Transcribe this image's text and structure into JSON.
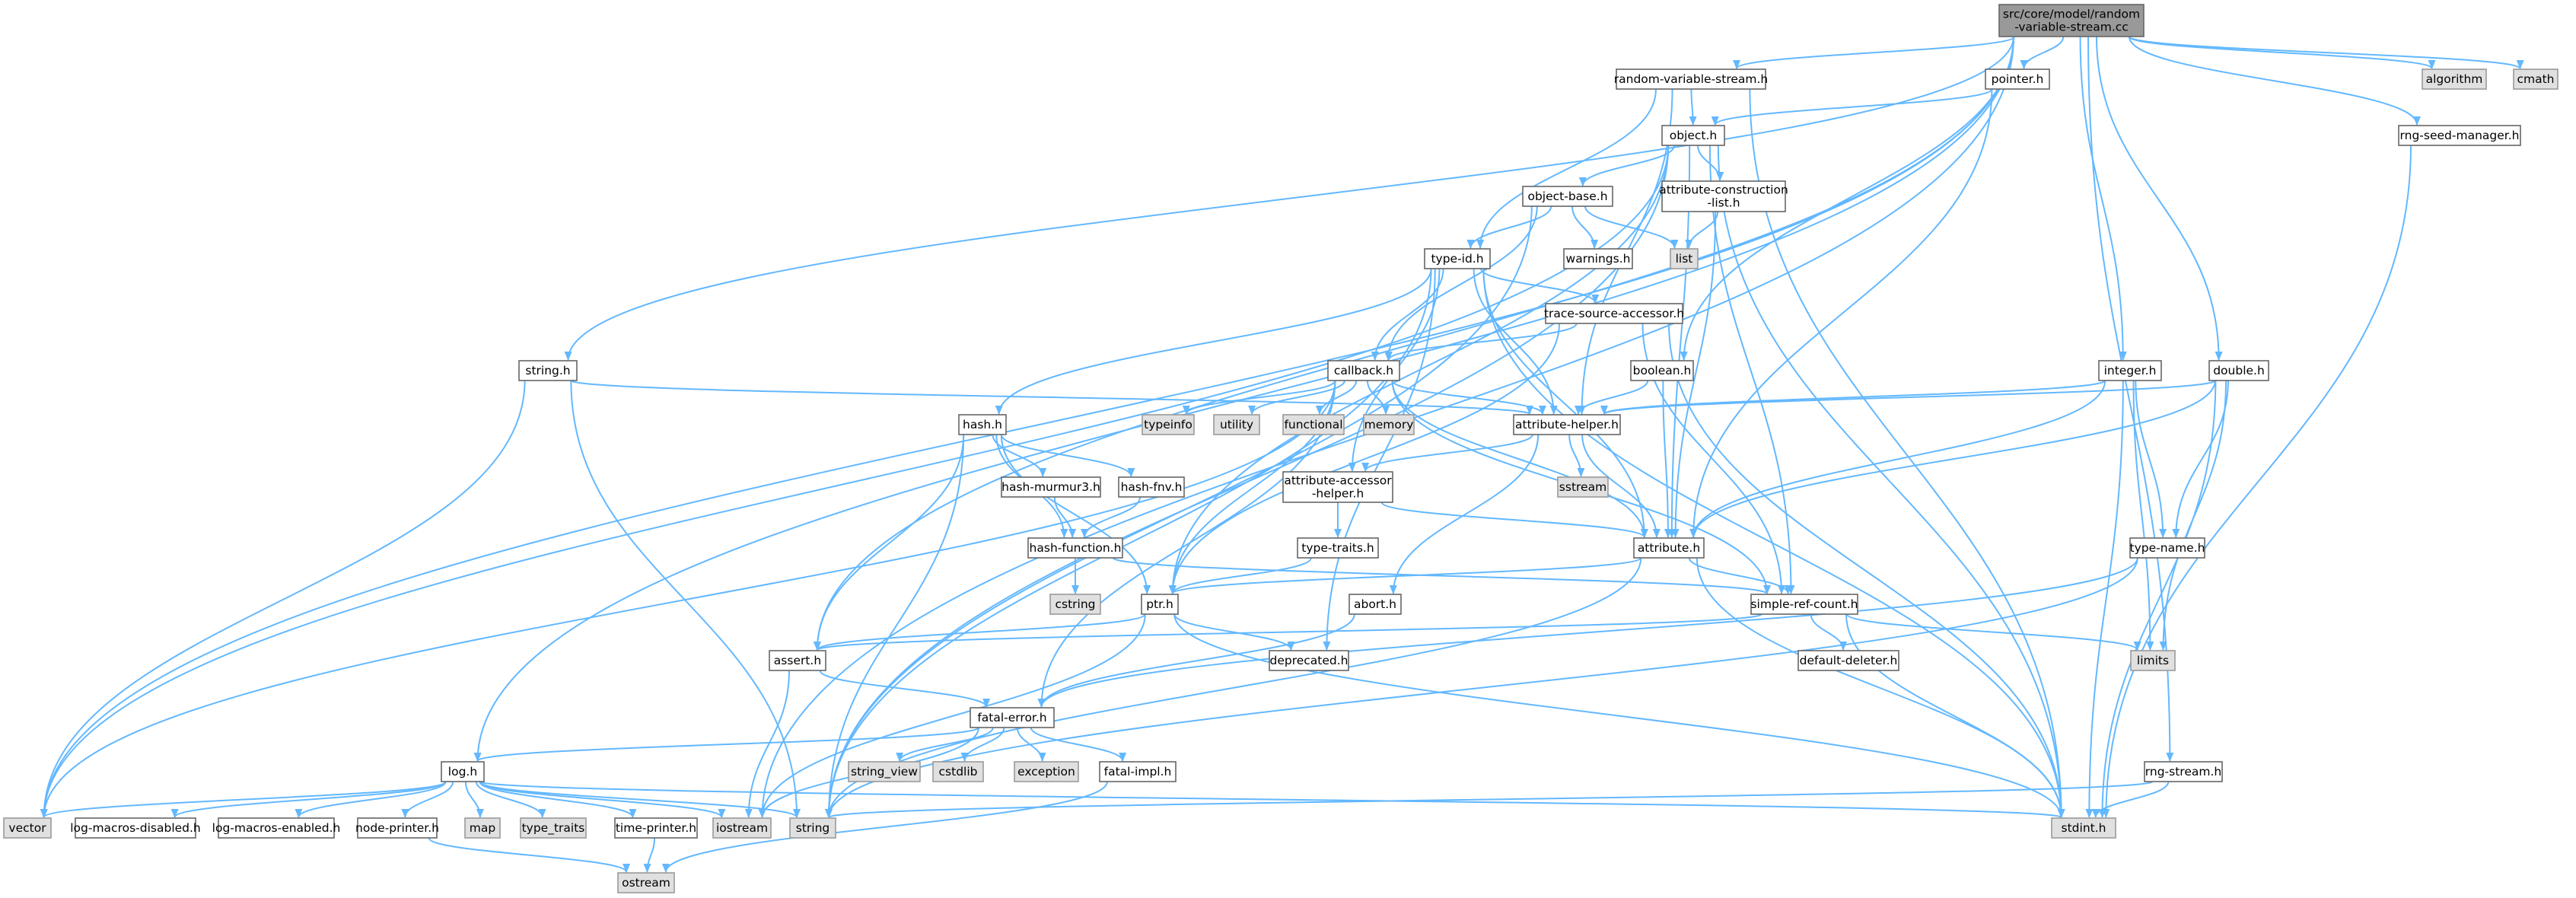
{
  "graph": {
    "nodes": [
      {
        "id": "root",
        "kind": "root",
        "lines": [
          "src/core/model/random",
          "-variable-stream.cc"
        ]
      },
      {
        "id": "random-variable-stream-h",
        "kind": "file",
        "lines": [
          "random-variable-stream.h"
        ]
      },
      {
        "id": "pointer-h",
        "kind": "file",
        "lines": [
          "pointer.h"
        ]
      },
      {
        "id": "algorithm",
        "kind": "system",
        "lines": [
          "algorithm"
        ]
      },
      {
        "id": "cmath",
        "kind": "system",
        "lines": [
          "cmath"
        ]
      },
      {
        "id": "rng-seed-manager-h",
        "kind": "file",
        "lines": [
          "rng-seed-manager.h"
        ]
      },
      {
        "id": "object-h",
        "kind": "file",
        "lines": [
          "object.h"
        ]
      },
      {
        "id": "object-base-h",
        "kind": "file",
        "lines": [
          "object-base.h"
        ]
      },
      {
        "id": "attribute-construction-list-h",
        "kind": "file",
        "lines": [
          "attribute-construction",
          "-list.h"
        ]
      },
      {
        "id": "list",
        "kind": "system",
        "lines": [
          "list"
        ]
      },
      {
        "id": "warnings-h",
        "kind": "file",
        "lines": [
          "warnings.h"
        ]
      },
      {
        "id": "type-id-h",
        "kind": "file",
        "lines": [
          "type-id.h"
        ]
      },
      {
        "id": "trace-source-accessor-h",
        "kind": "file",
        "lines": [
          "trace-source-accessor.h"
        ]
      },
      {
        "id": "callback-h",
        "kind": "file",
        "lines": [
          "callback.h"
        ]
      },
      {
        "id": "typeinfo",
        "kind": "system",
        "lines": [
          "typeinfo"
        ]
      },
      {
        "id": "utility",
        "kind": "system",
        "lines": [
          "utility"
        ]
      },
      {
        "id": "functional",
        "kind": "system",
        "lines": [
          "functional"
        ]
      },
      {
        "id": "memory",
        "kind": "system",
        "lines": [
          "memory"
        ]
      },
      {
        "id": "string-h",
        "kind": "file",
        "lines": [
          "string.h"
        ]
      },
      {
        "id": "boolean-h",
        "kind": "file",
        "lines": [
          "boolean.h"
        ]
      },
      {
        "id": "integer-h",
        "kind": "file",
        "lines": [
          "integer.h"
        ]
      },
      {
        "id": "double-h",
        "kind": "file",
        "lines": [
          "double.h"
        ]
      },
      {
        "id": "attribute-helper-h",
        "kind": "file",
        "lines": [
          "attribute-helper.h"
        ]
      },
      {
        "id": "sstream",
        "kind": "system",
        "lines": [
          "sstream"
        ]
      },
      {
        "id": "hash-h",
        "kind": "file",
        "lines": [
          "hash.h"
        ]
      },
      {
        "id": "hash-murmur3-h",
        "kind": "file",
        "lines": [
          "hash-murmur3.h"
        ]
      },
      {
        "id": "hash-fnv-h",
        "kind": "file",
        "lines": [
          "hash-fnv.h"
        ]
      },
      {
        "id": "attribute-accessor-helper-h",
        "kind": "file",
        "lines": [
          "attribute-accessor",
          "-helper.h"
        ]
      },
      {
        "id": "hash-function-h",
        "kind": "file",
        "lines": [
          "hash-function.h"
        ]
      },
      {
        "id": "type-traits-h",
        "kind": "file",
        "lines": [
          "type-traits.h"
        ]
      },
      {
        "id": "attribute-h",
        "kind": "file",
        "lines": [
          "attribute.h"
        ]
      },
      {
        "id": "type-name-h",
        "kind": "file",
        "lines": [
          "type-name.h"
        ]
      },
      {
        "id": "cstring",
        "kind": "system",
        "lines": [
          "cstring"
        ]
      },
      {
        "id": "ptr-h",
        "kind": "file",
        "lines": [
          "ptr.h"
        ]
      },
      {
        "id": "abort-h",
        "kind": "file",
        "lines": [
          "abort.h"
        ]
      },
      {
        "id": "simple-ref-count-h",
        "kind": "file",
        "lines": [
          "simple-ref-count.h"
        ]
      },
      {
        "id": "assert-h",
        "kind": "file",
        "lines": [
          "assert.h"
        ]
      },
      {
        "id": "deprecated-h",
        "kind": "file",
        "lines": [
          "deprecated.h"
        ]
      },
      {
        "id": "default-deleter-h",
        "kind": "file",
        "lines": [
          "default-deleter.h"
        ]
      },
      {
        "id": "limits",
        "kind": "system",
        "lines": [
          "limits"
        ]
      },
      {
        "id": "fatal-error-h",
        "kind": "file",
        "lines": [
          "fatal-error.h"
        ]
      },
      {
        "id": "string_view",
        "kind": "system",
        "lines": [
          "string_view"
        ]
      },
      {
        "id": "cstdlib",
        "kind": "system",
        "lines": [
          "cstdlib"
        ]
      },
      {
        "id": "exception",
        "kind": "system",
        "lines": [
          "exception"
        ]
      },
      {
        "id": "fatal-impl-h",
        "kind": "file",
        "lines": [
          "fatal-impl.h"
        ]
      },
      {
        "id": "rng-stream-h",
        "kind": "file",
        "lines": [
          "rng-stream.h"
        ]
      },
      {
        "id": "log-h",
        "kind": "file",
        "lines": [
          "log.h"
        ]
      },
      {
        "id": "vector",
        "kind": "system",
        "lines": [
          "vector"
        ]
      },
      {
        "id": "log-macros-disabled-h",
        "kind": "file",
        "lines": [
          "log-macros-disabled.h"
        ]
      },
      {
        "id": "log-macros-enabled-h",
        "kind": "file",
        "lines": [
          "log-macros-enabled.h"
        ]
      },
      {
        "id": "node-printer-h",
        "kind": "file",
        "lines": [
          "node-printer.h"
        ]
      },
      {
        "id": "map",
        "kind": "system",
        "lines": [
          "map"
        ]
      },
      {
        "id": "type_traits",
        "kind": "system",
        "lines": [
          "type_traits"
        ]
      },
      {
        "id": "time-printer-h",
        "kind": "file",
        "lines": [
          "time-printer.h"
        ]
      },
      {
        "id": "iostream",
        "kind": "system",
        "lines": [
          "iostream"
        ]
      },
      {
        "id": "string",
        "kind": "system",
        "lines": [
          "string"
        ]
      },
      {
        "id": "stdint-h",
        "kind": "system",
        "lines": [
          "stdint.h"
        ]
      },
      {
        "id": "ostream",
        "kind": "system",
        "lines": [
          "ostream"
        ]
      }
    ],
    "edges": [
      [
        "root",
        "random-variable-stream-h"
      ],
      [
        "root",
        "pointer-h"
      ],
      [
        "root",
        "algorithm"
      ],
      [
        "root",
        "cmath"
      ],
      [
        "root",
        "rng-seed-manager-h"
      ],
      [
        "root",
        "string-h"
      ],
      [
        "root",
        "log-h"
      ],
      [
        "root",
        "assert-h"
      ],
      [
        "root",
        "iostream"
      ],
      [
        "root",
        "boolean-h"
      ],
      [
        "root",
        "integer-h"
      ],
      [
        "root",
        "double-h"
      ],
      [
        "root",
        "rng-stream-h"
      ],
      [
        "root",
        "vector"
      ],
      [
        "random-variable-stream-h",
        "object-h"
      ],
      [
        "random-variable-stream-h",
        "type-id-h"
      ],
      [
        "random-variable-stream-h",
        "attribute-helper-h"
      ],
      [
        "random-variable-stream-h",
        "stdint-h"
      ],
      [
        "pointer-h",
        "object-h"
      ],
      [
        "pointer-h",
        "attribute-h"
      ],
      [
        "rng-seed-manager-h",
        "stdint-h"
      ],
      [
        "object-h",
        "object-base-h"
      ],
      [
        "object-h",
        "attribute-construction-list-h"
      ],
      [
        "object-h",
        "ptr-h"
      ],
      [
        "object-h",
        "attribute-h"
      ],
      [
        "object-h",
        "simple-ref-count-h"
      ],
      [
        "object-h",
        "string"
      ],
      [
        "object-h",
        "vector"
      ],
      [
        "object-h",
        "stdint-h"
      ],
      [
        "object-base-h",
        "type-id-h"
      ],
      [
        "object-base-h",
        "warnings-h"
      ],
      [
        "object-base-h",
        "list"
      ],
      [
        "object-base-h",
        "callback-h"
      ],
      [
        "object-base-h",
        "string"
      ],
      [
        "attribute-construction-list-h",
        "list"
      ],
      [
        "attribute-construction-list-h",
        "attribute-h"
      ],
      [
        "type-id-h",
        "trace-source-accessor-h"
      ],
      [
        "type-id-h",
        "callback-h"
      ],
      [
        "type-id-h",
        "hash-h"
      ],
      [
        "type-id-h",
        "attribute-helper-h"
      ],
      [
        "type-id-h",
        "attribute-accessor-helper-h"
      ],
      [
        "type-id-h",
        "attribute-h"
      ],
      [
        "type-id-h",
        "deprecated-h"
      ],
      [
        "type-id-h",
        "string"
      ],
      [
        "type-id-h",
        "stdint-h"
      ],
      [
        "trace-source-accessor-h",
        "callback-h"
      ],
      [
        "trace-source-accessor-h",
        "ptr-h"
      ],
      [
        "trace-source-accessor-h",
        "simple-ref-count-h"
      ],
      [
        "trace-source-accessor-h",
        "stdint-h"
      ],
      [
        "callback-h",
        "typeinfo"
      ],
      [
        "callback-h",
        "utility"
      ],
      [
        "callback-h",
        "functional"
      ],
      [
        "callback-h",
        "memory"
      ],
      [
        "callback-h",
        "attribute-helper-h"
      ],
      [
        "callback-h",
        "attribute-h"
      ],
      [
        "callback-h",
        "ptr-h"
      ],
      [
        "callback-h",
        "simple-ref-count-h"
      ],
      [
        "callback-h",
        "fatal-error-h"
      ],
      [
        "callback-h",
        "vector"
      ],
      [
        "string-h",
        "attribute-helper-h"
      ],
      [
        "string-h",
        "string"
      ],
      [
        "string-h",
        "vector"
      ],
      [
        "boolean-h",
        "attribute-helper-h"
      ],
      [
        "boolean-h",
        "attribute-h"
      ],
      [
        "integer-h",
        "attribute-helper-h"
      ],
      [
        "integer-h",
        "attribute-h"
      ],
      [
        "integer-h",
        "type-name-h"
      ],
      [
        "integer-h",
        "limits"
      ],
      [
        "integer-h",
        "stdint-h"
      ],
      [
        "double-h",
        "attribute-helper-h"
      ],
      [
        "double-h",
        "attribute-h"
      ],
      [
        "double-h",
        "type-name-h"
      ],
      [
        "double-h",
        "limits"
      ],
      [
        "double-h",
        "stdint-h"
      ],
      [
        "attribute-helper-h",
        "sstream"
      ],
      [
        "attribute-helper-h",
        "attribute-accessor-helper-h"
      ],
      [
        "attribute-helper-h",
        "attribute-h"
      ],
      [
        "attribute-helper-h",
        "abort-h"
      ],
      [
        "hash-h",
        "hash-murmur3-h"
      ],
      [
        "hash-h",
        "hash-fnv-h"
      ],
      [
        "hash-h",
        "hash-function-h"
      ],
      [
        "hash-h",
        "ptr-h"
      ],
      [
        "hash-h",
        "assert-h"
      ],
      [
        "hash-h",
        "string"
      ],
      [
        "hash-murmur3-h",
        "hash-function-h"
      ],
      [
        "hash-fnv-h",
        "hash-function-h"
      ],
      [
        "attribute-accessor-helper-h",
        "type-traits-h"
      ],
      [
        "attribute-accessor-helper-h",
        "attribute-h"
      ],
      [
        "hash-function-h",
        "cstring"
      ],
      [
        "hash-function-h",
        "simple-ref-count-h"
      ],
      [
        "type-traits-h",
        "ptr-h"
      ],
      [
        "attribute-h",
        "ptr-h"
      ],
      [
        "attribute-h",
        "simple-ref-count-h"
      ],
      [
        "attribute-h",
        "string"
      ],
      [
        "attribute-h",
        "stdint-h"
      ],
      [
        "type-name-h",
        "fatal-error-h"
      ],
      [
        "type-name-h",
        "string"
      ],
      [
        "ptr-h",
        "assert-h"
      ],
      [
        "ptr-h",
        "deprecated-h"
      ],
      [
        "ptr-h",
        "iostream"
      ],
      [
        "ptr-h",
        "stdint-h"
      ],
      [
        "abort-h",
        "fatal-error-h"
      ],
      [
        "simple-ref-count-h",
        "assert-h"
      ],
      [
        "simple-ref-count-h",
        "default-deleter-h"
      ],
      [
        "simple-ref-count-h",
        "limits"
      ],
      [
        "simple-ref-count-h",
        "stdint-h"
      ],
      [
        "assert-h",
        "fatal-error-h"
      ],
      [
        "assert-h",
        "iostream"
      ],
      [
        "fatal-error-h",
        "log-h"
      ],
      [
        "fatal-error-h",
        "string_view"
      ],
      [
        "fatal-error-h",
        "cstdlib"
      ],
      [
        "fatal-error-h",
        "exception"
      ],
      [
        "fatal-error-h",
        "fatal-impl-h"
      ],
      [
        "fatal-error-h",
        "iostream"
      ],
      [
        "fatal-impl-h",
        "ostream"
      ],
      [
        "rng-stream-h",
        "string"
      ],
      [
        "rng-stream-h",
        "stdint-h"
      ],
      [
        "log-h",
        "vector"
      ],
      [
        "log-h",
        "log-macros-disabled-h"
      ],
      [
        "log-h",
        "log-macros-enabled-h"
      ],
      [
        "log-h",
        "node-printer-h"
      ],
      [
        "log-h",
        "map"
      ],
      [
        "log-h",
        "type_traits"
      ],
      [
        "log-h",
        "time-printer-h"
      ],
      [
        "log-h",
        "iostream"
      ],
      [
        "log-h",
        "string"
      ],
      [
        "log-h",
        "stdint-h"
      ],
      [
        "node-printer-h",
        "ostream"
      ],
      [
        "time-printer-h",
        "ostream"
      ]
    ]
  }
}
